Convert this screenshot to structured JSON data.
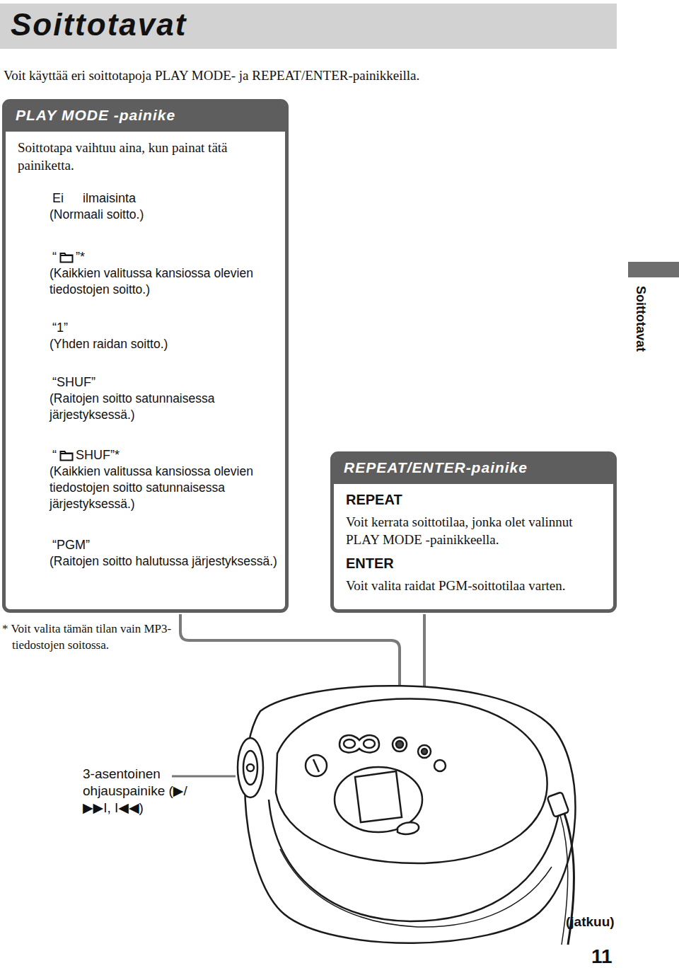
{
  "diagram": {
    "title": "Soittotavat",
    "nodes": [
      {
        "text": [
          "PLAY MODE -painike",
          "Soittotapa vaihtuu aina, kun painat tätä painiketta."
        ]
      },
      {
        "text": [
          "Ei ilmaisinta",
          "(Normaali soitto.)"
        ],
        "in": 0
      },
      {
        "text": [
          "“ ”*",
          "(Kaikkien valitussa kansiossa olevien tiedostojen soitto.)"
        ],
        "in": 0
      },
      {
        "text": [
          "“1”",
          "(Yhden raidan soitto.)"
        ],
        "in": 0
      },
      {
        "text": [
          "“SHUF”",
          "(Raitojen soitto satunnaisessa järjestyksessä.)"
        ],
        "in": 0
      },
      {
        "text": [
          "“ SHUF”*",
          "(Kaikkien valitussa kansiossa olevien tiedostojen soitto satunnaisessa järjestyksessä.)"
        ],
        "in": 0
      },
      {
        "text": [
          "“PGM”",
          "(Raitojen soitto halutussa järjestyksessä.)"
        ],
        "in": 0
      },
      {
        "text": [
          "REPEAT/ENTER-painike",
          "REPEAT",
          "Voit kerrata soittotilaa, jonka olet valinnut PLAY MODE -painikkeella.",
          "ENTER",
          "Voit valita raidat PGM-soittotilaa varten."
        ]
      }
    ],
    "edges": [
      {
        "from": 1,
        "to": 2,
        "arrow": "to"
      },
      {
        "from": 2,
        "to": 3,
        "arrow": "to"
      },
      {
        "from": 3,
        "to": 4,
        "arrow": "to"
      },
      {
        "from": 4,
        "to": 5,
        "arrow": "to"
      },
      {
        "from": 5,
        "to": 6,
        "arrow": "to"
      },
      {
        "from": 6,
        "to": 1,
        "arrow": "to"
      }
    ],
    "labels": [
      "Voit käyttää eri soittotapoja PLAY MODE- ja REPEAT/ENTER-painikkeilla.",
      "Soittotavat",
      "* Voit valita tämän tilan vain MP3-tiedostojen soitossa.",
      "3-asentoinen ohjauspainike (▶/▶▶I, I◀◀)",
      "(jatkuu)",
      "11"
    ]
  }
}
